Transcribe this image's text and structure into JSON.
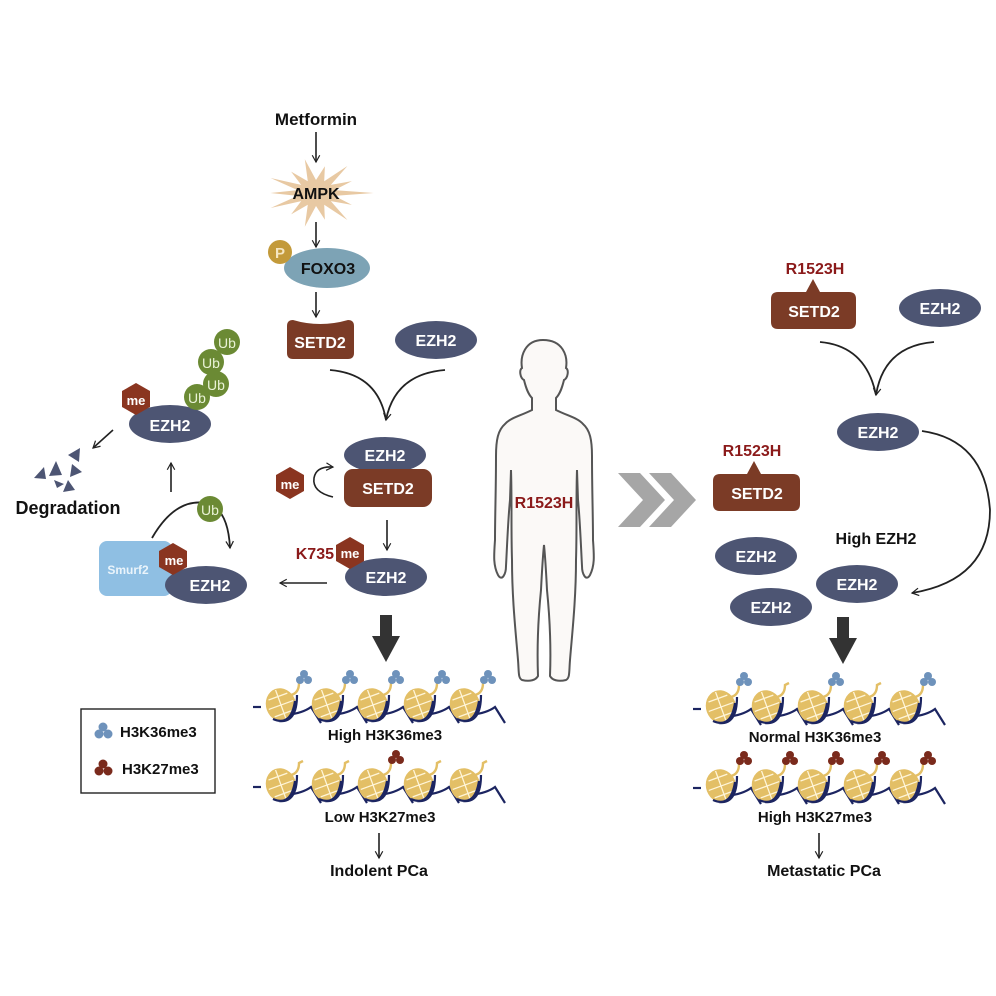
{
  "colors": {
    "ezh2": "#4d5573",
    "setd2": "#7b3b26",
    "me": "#8a3520",
    "ub": "#6b8a34",
    "ampk": "#e8c9a3",
    "foxo3": "#7da3b5",
    "phospho": "#c39a3a",
    "smurf2": "#8fbfe3",
    "mutation": "#8b1a1a",
    "nucleosome": "#e3bf66",
    "dna": "#1c2561",
    "h3k36me3": "#6e92bb",
    "h3k27me3": "#7a2a1c",
    "body_outline": "#555555",
    "chevron": "#a6a6a6",
    "arrow": "#222222"
  },
  "left_pathway": {
    "drug": "Metformin",
    "kinase": "AMPK",
    "phospho_label": "P",
    "transcription_factor": "FOXO3",
    "setd2_label": "SETD2",
    "ezh2_label": "EZH2",
    "complex": {
      "ezh2": "EZH2",
      "setd2": "SETD2",
      "me": "me"
    },
    "methylated": {
      "site": "K735",
      "me": "me",
      "ezh2": "EZH2"
    },
    "arrow_to_nucleosomes": "thick-down"
  },
  "degradation": {
    "title": "Degradation",
    "ubiquitinated_ezh2": {
      "me": "me",
      "ezh2": "EZH2",
      "ub_chain": [
        "Ub",
        "Ub",
        "Ub",
        "Ub"
      ]
    },
    "smurf2_complex": {
      "e3": "Smurf2",
      "me": "me",
      "ezh2": "EZH2",
      "ub": "Ub"
    }
  },
  "legend": {
    "items": [
      {
        "label": "H3K36me3",
        "color_key": "h3k36me3"
      },
      {
        "label": "H3K27me3",
        "color_key": "h3k27me3"
      }
    ]
  },
  "left_chromatin": {
    "row1": {
      "label": "High H3K36me3",
      "marks": [
        "h3k36me3",
        "h3k36me3",
        "h3k36me3",
        "h3k36me3",
        "h3k36me3"
      ]
    },
    "row2": {
      "label": "Low H3K27me3",
      "marks": [
        "none",
        "none",
        "h3k27me3",
        "none",
        "none"
      ]
    },
    "outcome": "Indolent PCa"
  },
  "patient": {
    "mutation": "R1523H"
  },
  "right_pathway": {
    "top": {
      "mutation": "R1523H",
      "setd2": "SETD2",
      "ezh2": "EZH2",
      "merged_ezh2": "EZH2"
    },
    "middle": {
      "mutation": "R1523H",
      "setd2": "SETD2",
      "label": "High EZH2",
      "ezh2_list": [
        "EZH2",
        "EZH2",
        "EZH2"
      ]
    }
  },
  "right_chromatin": {
    "row1": {
      "label": "Normal H3K36me3",
      "marks": [
        "h3k36me3",
        "none",
        "h3k36me3",
        "none",
        "h3k36me3"
      ]
    },
    "row2": {
      "label": "High H3K27me3",
      "marks": [
        "h3k27me3",
        "h3k27me3",
        "h3k27me3",
        "h3k27me3",
        "h3k27me3"
      ]
    },
    "outcome": "Metastatic PCa"
  }
}
